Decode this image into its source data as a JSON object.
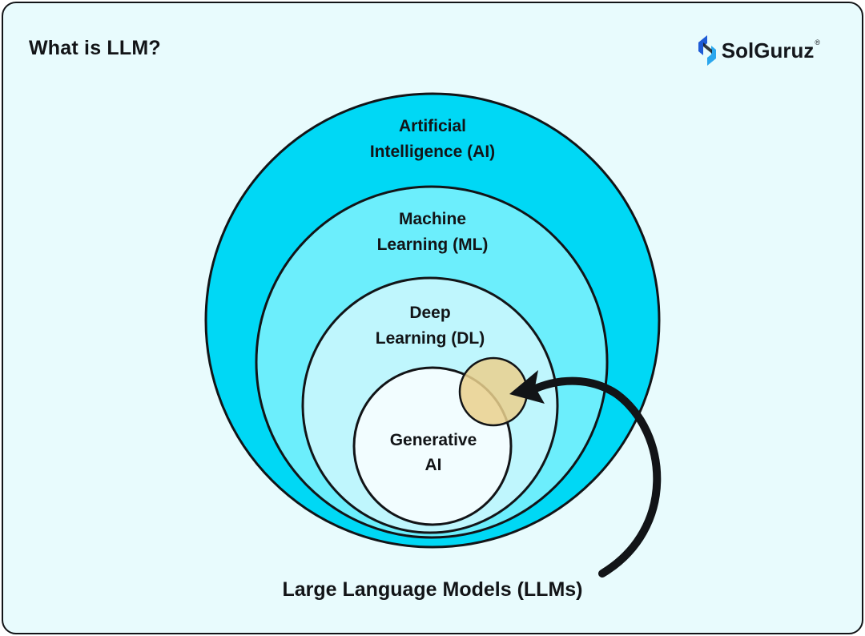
{
  "title": "What is LLM?",
  "brand": {
    "name": "SolGuruz",
    "registered_mark": "®",
    "logo_icon": "solguruz-logo-icon"
  },
  "circles": {
    "ai": {
      "line1": "Artificial",
      "line2": "Intelligence (AI)",
      "color": "#00d8f5"
    },
    "ml": {
      "line1": "Machine",
      "line2": "Learning (ML)",
      "color": "#6ceefc"
    },
    "dl": {
      "line1": "Deep",
      "line2": "Learning (DL)",
      "color": "#bff6fd"
    },
    "genai": {
      "line1": "Generative",
      "line2": "AI",
      "color": "#f2fdff"
    },
    "llm_overlap": {
      "color": "#ead08d"
    }
  },
  "caption": "Large Language Models (LLMs)",
  "colors": {
    "background": "#e8fbfd",
    "outline": "#121417"
  }
}
